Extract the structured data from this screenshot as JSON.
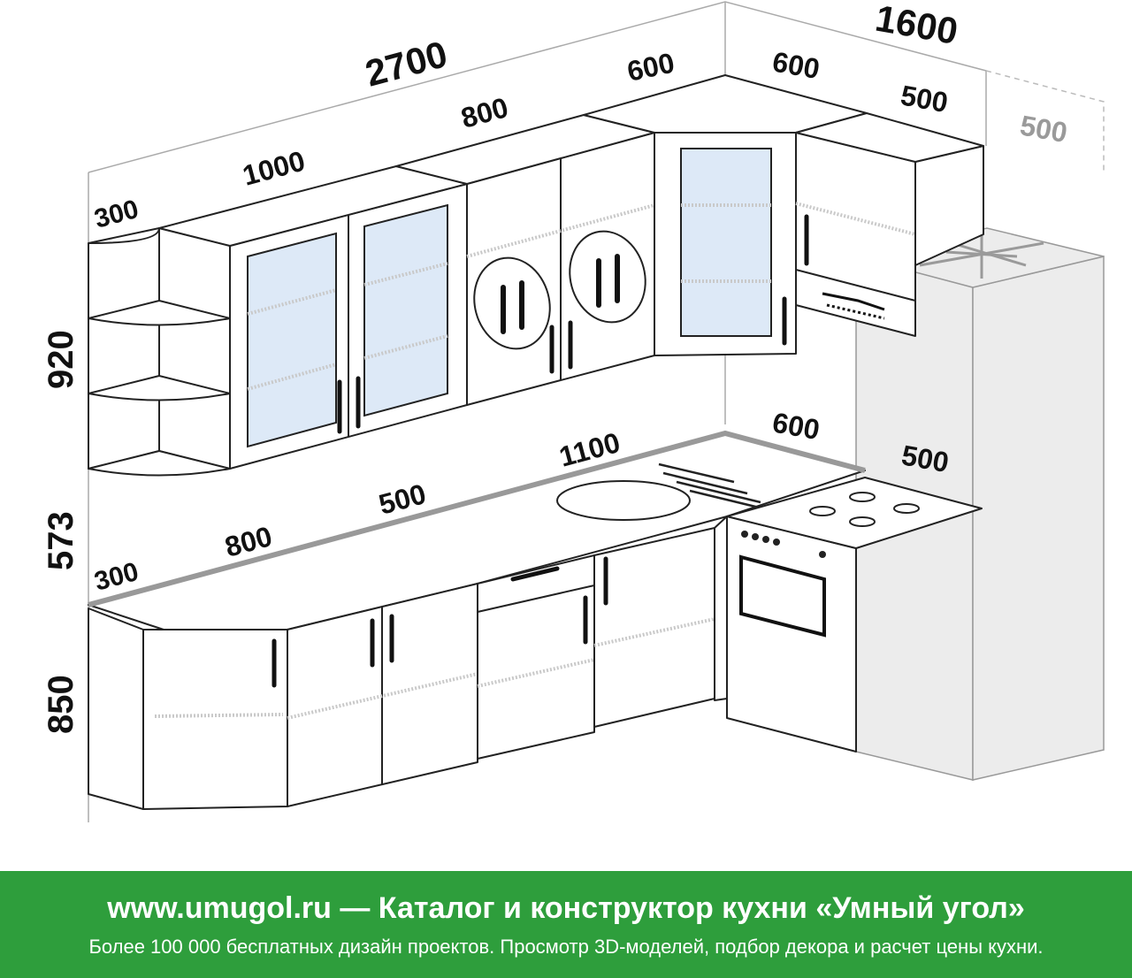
{
  "dimensions": {
    "upper_total": "2700",
    "side_total": "1600",
    "upper_corner_right": "600",
    "upper_side_corner": "600",
    "upper_side_500": "500",
    "fridge_width": "500",
    "upper_300": "300",
    "upper_1000": "1000",
    "upper_800": "800",
    "height_upper": "920",
    "height_gap": "573",
    "height_base": "850",
    "base_300": "300",
    "base_800": "800",
    "base_500": "500",
    "base_1100": "1100",
    "base_side_600": "600",
    "base_side_500": "500"
  },
  "footer": {
    "title": "www.umugol.ru — Каталог и конструктор кухни «Умный угол»",
    "subtitle": "Более 100 000 бесплатных дизайн проектов. Просмотр 3D-моделей, подбор декора и расчет цены кухни."
  },
  "colors": {
    "footer_bg": "#2e9e3c",
    "glass": "#dde9f7",
    "fridge": "#ececec"
  }
}
